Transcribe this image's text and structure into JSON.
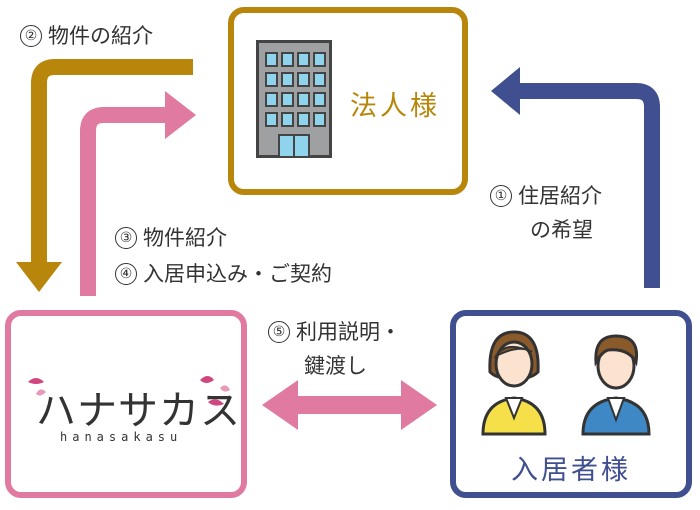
{
  "colors": {
    "gold": "#b8860b",
    "pink": "#e07aa0",
    "navy": "#3f4f8f",
    "building": "#9ea0a2",
    "window": "#8fd3ec",
    "person_left": "#f5e04a",
    "person_right": "#3f88c6"
  },
  "nodes": {
    "corporation": {
      "label": "法人様",
      "icon": "office-building-icon"
    },
    "hanasakasu": {
      "logo_text": "ハナサカス",
      "logo_sub": "hanasakasu"
    },
    "residents": {
      "label": "入居者様",
      "icon": "two-people-icon"
    }
  },
  "steps": {
    "s1": {
      "num": "①",
      "line1": "住居紹介",
      "line2": "の希望"
    },
    "s2": {
      "num": "②",
      "text": "物件の紹介"
    },
    "s3": {
      "num": "③",
      "text": "物件紹介"
    },
    "s4": {
      "num": "④",
      "text": "入居申込み・ご契約"
    },
    "s5": {
      "num": "⑤",
      "line1": "利用説明・",
      "line2": "鍵渡し"
    }
  }
}
